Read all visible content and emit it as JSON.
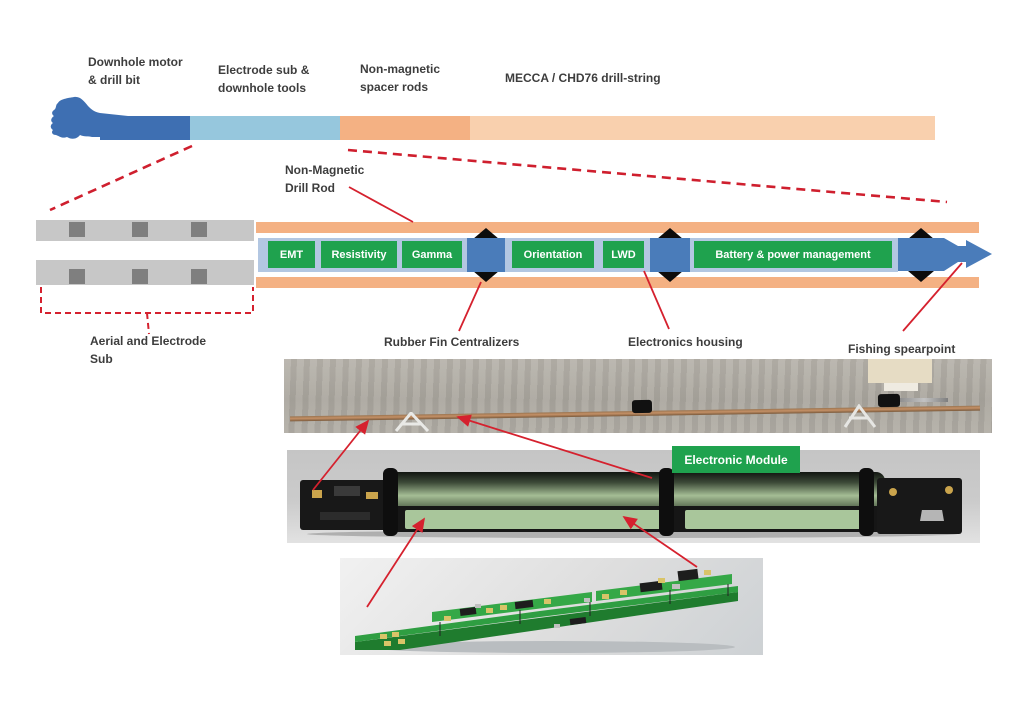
{
  "colors": {
    "drill_blue": "#3e6fb2",
    "electrode_light_blue": "#96c7dd",
    "spacer_orange": "#f4b183",
    "drillstring_peach": "#f9d0ae",
    "module_green": "#1fa24e",
    "inner_band_blue": "#b3c7e2",
    "housing_blue": "#4a7cba",
    "callout_red": "#d5212e",
    "gray_rod": "#c7c7c7",
    "electrode_gray": "#7f7f7f"
  },
  "top_bar": {
    "segments": [
      {
        "line1": "Downhole motor",
        "line2": "& drill bit"
      },
      {
        "line1": "Electrode sub &",
        "line2": "downhole tools"
      },
      {
        "line1": "Non-magnetic",
        "line2": "spacer rods"
      },
      {
        "line1": "MECCA / CHD76 drill-string",
        "line2": ""
      }
    ]
  },
  "detail": {
    "rod_label": {
      "line1": "Non-Magnetic",
      "line2": "Drill Rod"
    },
    "modules": [
      {
        "label": "EMT"
      },
      {
        "label": "Resistivity"
      },
      {
        "label": "Gamma"
      },
      {
        "label": "Orientation"
      },
      {
        "label": "LWD"
      },
      {
        "label": "Battery & power management"
      }
    ],
    "callouts": {
      "aerial": {
        "line1": "Aerial and Electrode",
        "line2": "Sub"
      },
      "centralizers": "Rubber Fin Centralizers",
      "electronics_housing": "Electronics housing",
      "spearpoint": "Fishing spearpoint"
    }
  },
  "photos": {
    "module_label": "Electronic Module"
  }
}
